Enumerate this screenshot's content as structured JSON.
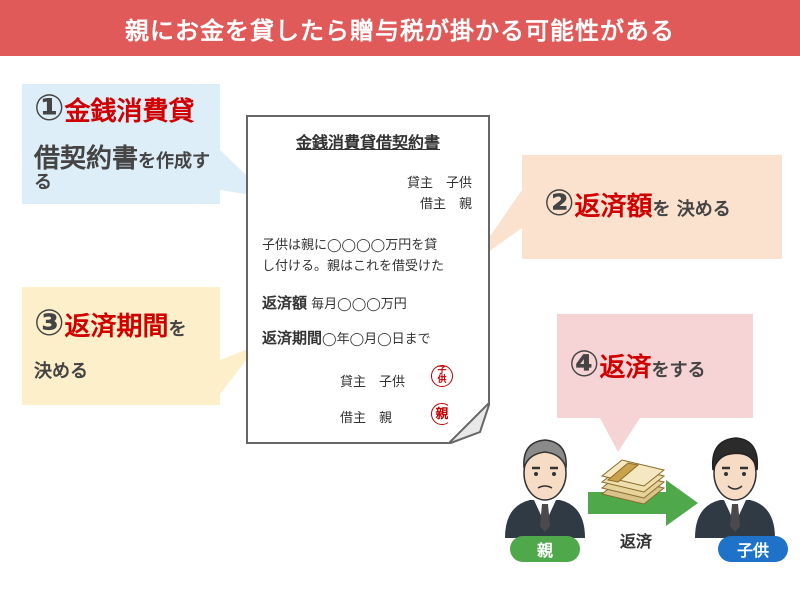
{
  "header": {
    "title": "親にお金を貸したら贈与税が掛かる可能性がある"
  },
  "callout1": {
    "number": "①",
    "term_part1": "金銭消費貸",
    "term_part2": "借契約書",
    "suffix_a": "を作成す",
    "suffix_b": "る"
  },
  "callout2": {
    "number": "②",
    "term": "返済額",
    "suffix": "を 決める"
  },
  "callout3": {
    "number": "③",
    "term": "返済期間",
    "suffix_a": "を",
    "suffix_b": "決める"
  },
  "callout4": {
    "number": "④",
    "term": "返済",
    "suffix": "をする"
  },
  "document": {
    "title": "金銭消費貸借契約書",
    "lender": "貸主　子供",
    "borrower": "借主　親",
    "body_line1": "子供は親に◯◯◯◯万円を貸",
    "body_line2": "し付ける。親はこれを借受けた",
    "repay_amount_label": "返済額",
    "repay_amount_value": "毎月◯◯◯万円",
    "repay_term_label": "返済期間",
    "repay_term_value": "◯年◯月◯日まで",
    "sig_lender": "貸主　子供",
    "sig_borrower": "借主　親",
    "stamp_child_top": "子",
    "stamp_child_bottom": "供",
    "stamp_parent": "親"
  },
  "flow": {
    "parent_label": "親",
    "child_label": "子供",
    "arrow_label": "返済"
  },
  "colors": {
    "header": "#e05a5a",
    "accent_red": "#d00000",
    "callout1": "#deeef8",
    "callout2": "#fbe2cf",
    "callout3": "#fcefc9",
    "callout4": "#f6d4d6",
    "parent_badge": "#4fa84a",
    "child_badge": "#1e73c8"
  }
}
